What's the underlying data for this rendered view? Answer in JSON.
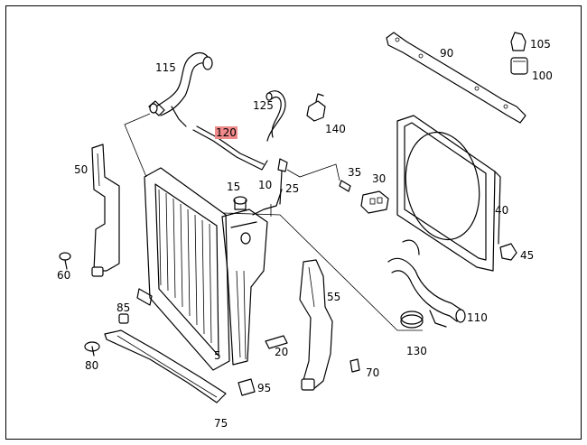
{
  "labels": {
    "p115": "115",
    "p125": "125",
    "p120": "120",
    "p140": "140",
    "p90": "90",
    "p105": "105",
    "p100": "100",
    "p50": "50",
    "p15": "15",
    "p10": "10",
    "p25": "25",
    "p35": "35",
    "p30": "30",
    "p40": "40",
    "p45": "45",
    "p60": "60",
    "p55": "55",
    "p110": "110",
    "p130": "130",
    "p85": "85",
    "p80": "80",
    "p5": "5",
    "p20": "20",
    "p70": "70",
    "p95": "95",
    "p75": "75"
  },
  "highlight_color": "#f08a8a"
}
